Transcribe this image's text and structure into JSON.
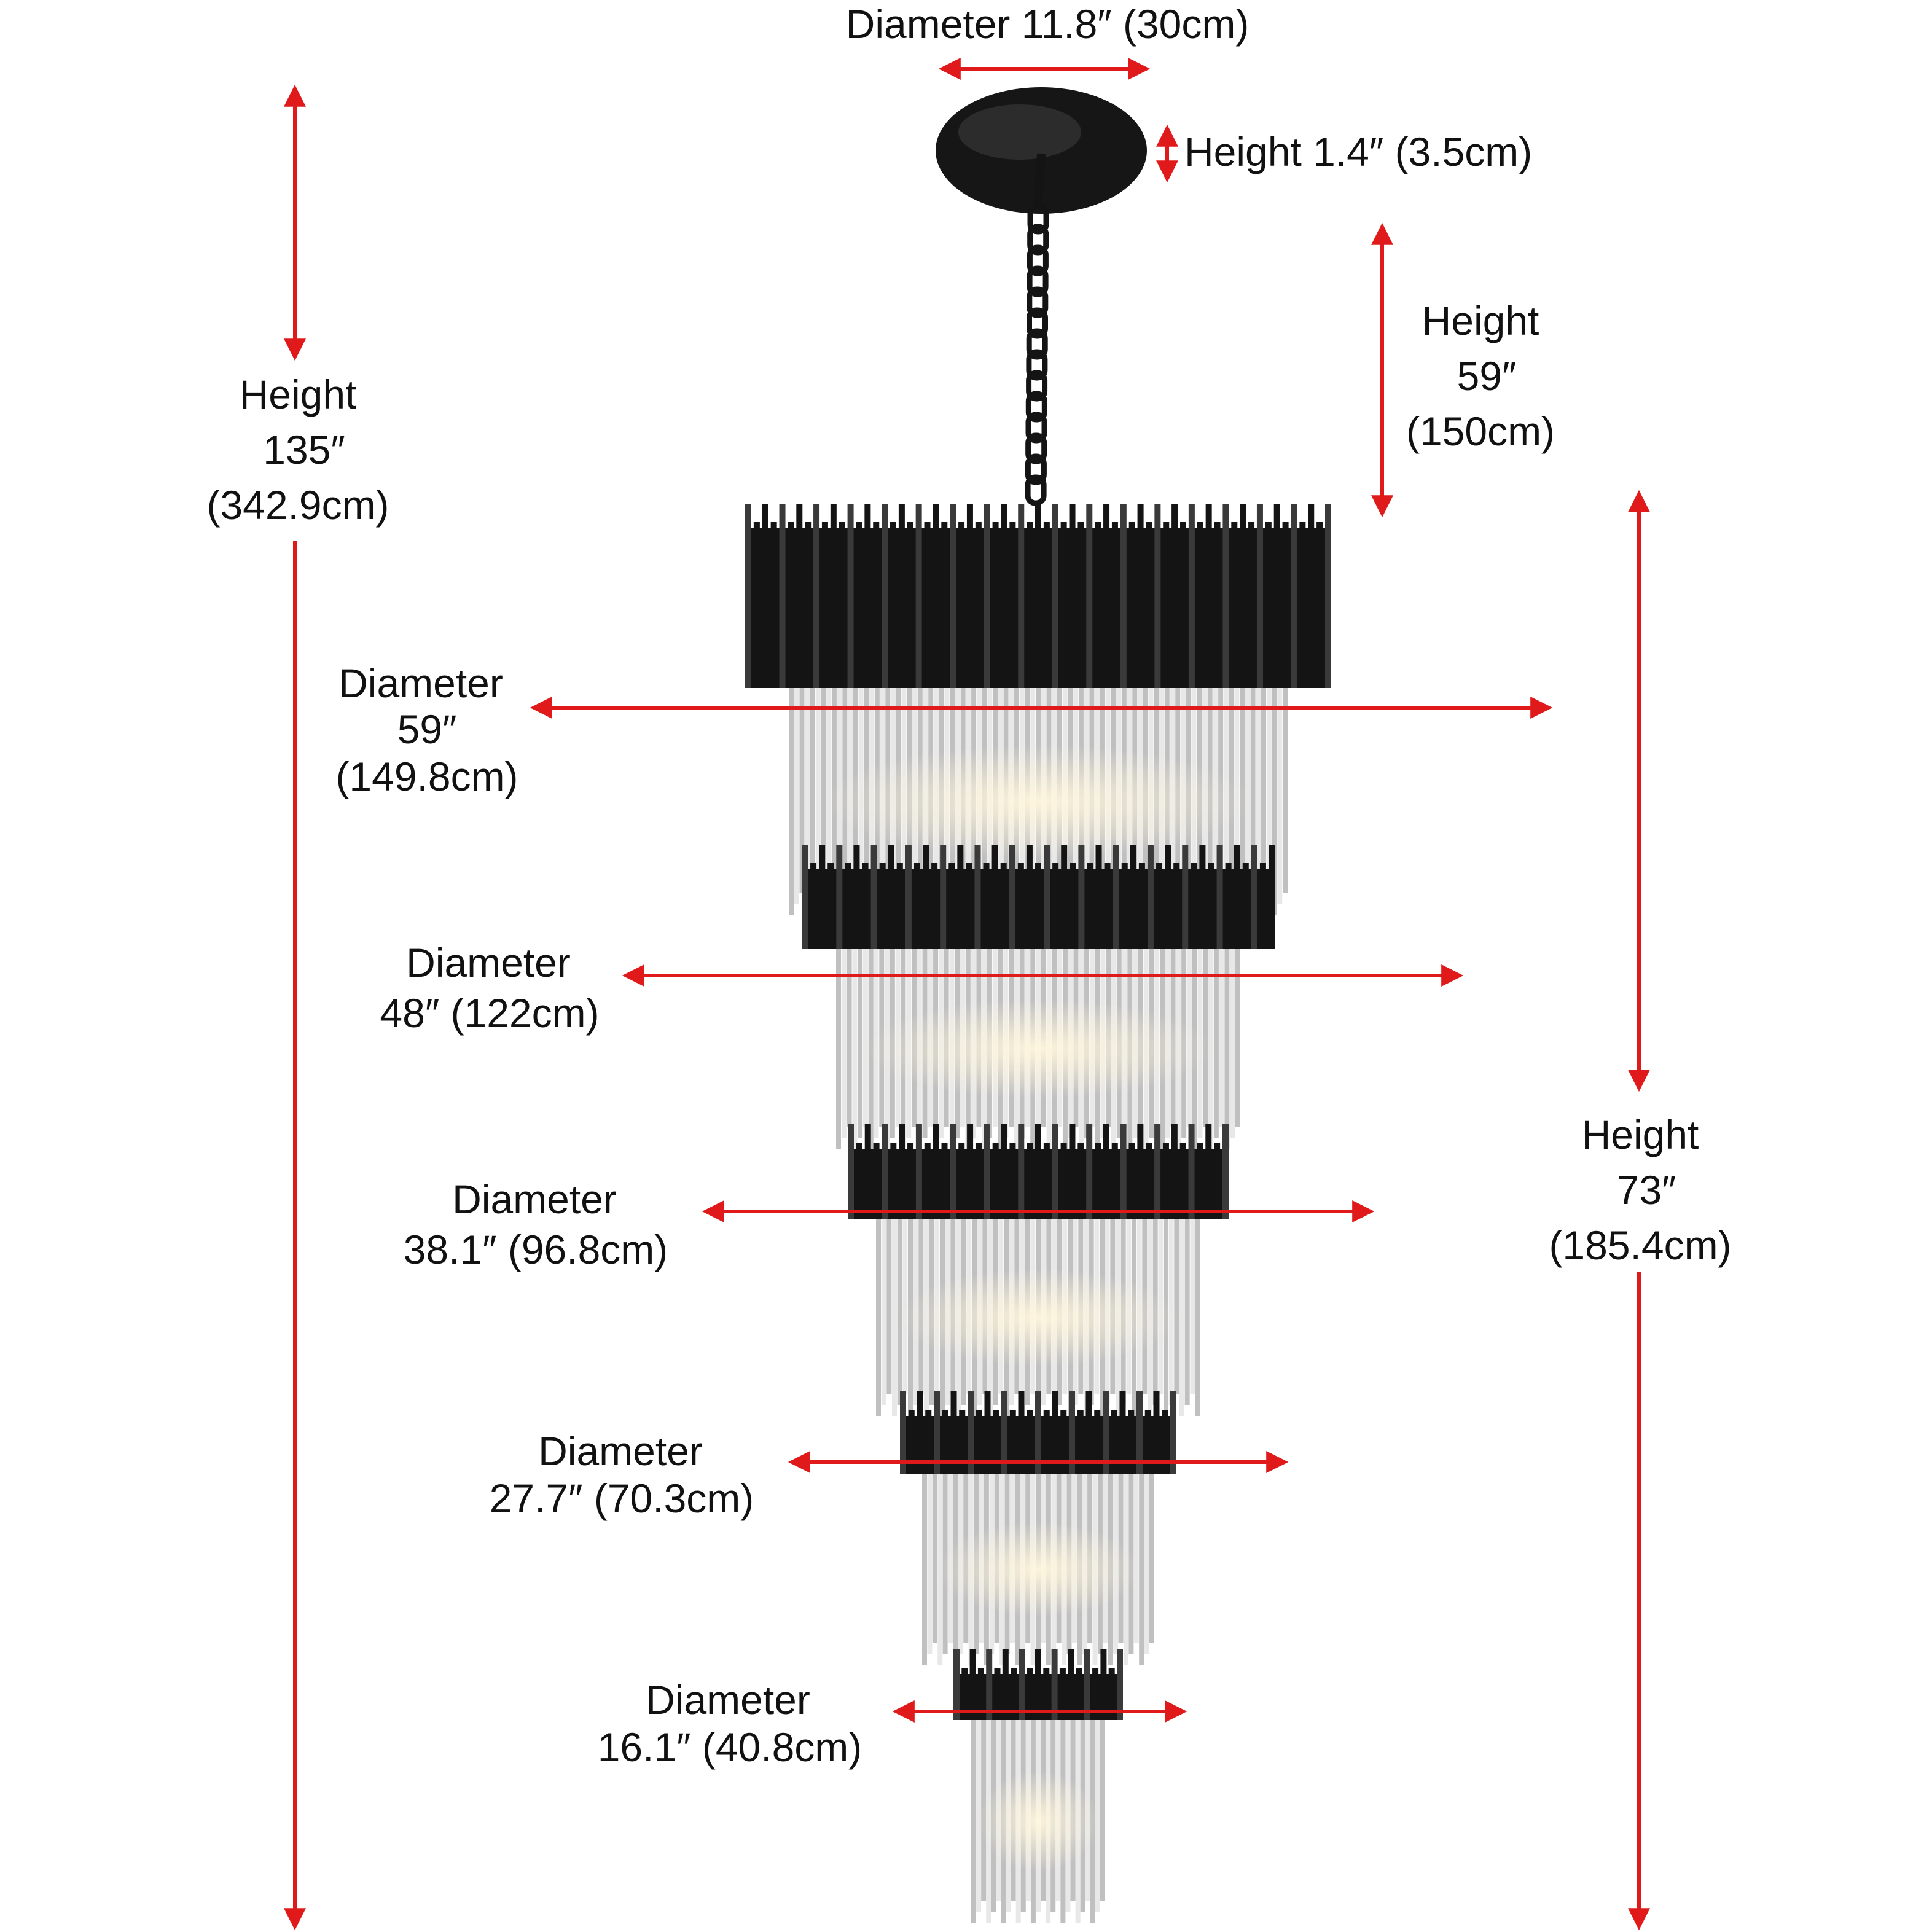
{
  "colors": {
    "dimension_line": "#e01a1a",
    "frame_black": "#141414",
    "frame_highlight": "#3a3a3a",
    "crystal_light": "#e6e6e6",
    "crystal_mid": "#b9b9b9",
    "glow": "#fbf1d6",
    "label": "#111111"
  },
  "labels": {
    "canopy_diameter": "Diameter 11.8″  (30cm)",
    "canopy_height": "Height  1.4″  (3.5cm)",
    "chain_height": {
      "l1": "Height",
      "l2": "59″",
      "l3": "(150cm)"
    },
    "total_height": {
      "l1": "Height",
      "l2": "135″",
      "l3": "(342.9cm)"
    },
    "body_height": {
      "l1": "Height",
      "l2": "73″",
      "l3": "(185.4cm)"
    },
    "tier1": {
      "l1": "Diameter",
      "l2": "59″",
      "l3": "(149.8cm)"
    },
    "tier2": {
      "l1": "Diameter",
      "l2": "48″  (122cm)"
    },
    "tier3": {
      "l1": "Diameter",
      "l2": "38.1″  (96.8cm)"
    },
    "tier4": {
      "l1": "Diameter",
      "l2": "27.7″  (70.3cm)"
    },
    "tier5": {
      "l1": "Diameter",
      "l2": "16.1″  (40.8cm)"
    }
  }
}
